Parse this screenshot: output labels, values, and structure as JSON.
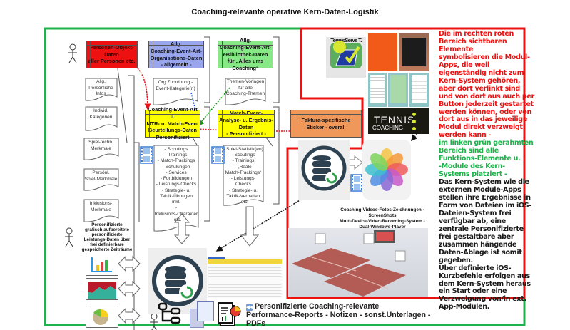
{
  "title": "Coaching-relevante operative Kern-Daten-Logistik",
  "colors": {
    "green_frame": "#1db34a",
    "red_frame": "#ee1111",
    "red_box": "#ee1111",
    "blue_box": "#99a6ee",
    "green_box": "#86e986",
    "yellow_box": "#ffff00",
    "orange_box": "#f0985a"
  },
  "boxes": {
    "person": "Personen-Objekt-Daten\naller Personen etc.",
    "org": "Allg.\nCoaching-Event-Art-\nOrganisations-Daten\n- allgemein -",
    "library": "Allg.\nCoaching-Event-Art-\neBibliothek-Daten\nfür „Alles ums Coaching“",
    "event": "Coaching-Event-Art u.\nMTR- u. Match-Event\nBeurteilungs-Daten\n- Personifiziert -",
    "match": "Match-Event-\nAnalyse- u. Ergebnis-Daten\n- Personifiziert -",
    "sticker": "Faktura-spezifische\nSticker - overall"
  },
  "docs": {
    "personal_infos": "Allg.\nPersönliche\nInfos",
    "categories": "Individ.\nKategorien",
    "tech": "Spiel-techn.\nMerkmale",
    "play": "Persönl.\nSpiel-Merkmale",
    "inclusion": "Inklusions-\nMerkmale",
    "org_assign": "Org.Zuordnung -\nEvent-Kategorie(n)",
    "themes": "Themen-Vorlagen\nfür alle\nCoaching-Themen",
    "event_list": "- Scoutings\n- Trainings\n- Match-Trackings\n- Schulungen\n- Services\n- Fortbildungen\n- Leistungs-Checks\n- Strategie- u.\nTaktik-Übungen\ninkl.\n-\nInklusions-Charakter\n- etc.",
    "match_list": "- Spiel-Statistik(en)\n- Scoutings\n- Trainings\n- „Reale\nMatch-Trackings“\n- Leistungs-Checks\n- Strategie- u.\nTaktik-Verhalten\n- etc."
  },
  "left_caption": "Personifizierte\ngrafisch aufbereitete\npersonifizierte\nLeistungs-Daten über\nfrei definierbare\ngespeicherte Zeiträume",
  "app_label": "TennisServe T.",
  "tennis_label": "TENNIS",
  "tennis_label2": "COACHING",
  "media_caption": "Coaching-Videos-Fotos-Zeichnungen -\nScreenShots\nMulti-Device-Video-Recording-System -\nDual-Windows-Player",
  "reports": [
    "Personifizierte Coaching-relevante",
    "Performance-Reports - Notizen - sonst.Unterlagen -",
    "PDFs"
  ],
  "side_text": {
    "red_lines": [
      "Die im rechten roten",
      "Bereich sichtbaren",
      "Elemente",
      "symbolisieren die Modul-",
      "Apps, die weil",
      "eigenständig nicht zum",
      "Kern-System gehören,",
      "aber dort verlinkt sind",
      "und von dort aus auch per",
      "Button jederzeit gestartet",
      "werden können, oder von",
      "dort aus in das jeweilige",
      "Modul direkt verzweigt",
      "werden kann -"
    ],
    "green_lines": [
      "im linken grün gerahmten",
      "Bereich sind alle",
      "Funktions-Elemente u.",
      "-Module des Kern-",
      "Systems platziert -"
    ],
    "black_lines": [
      "Das Kern-System wie die",
      "externen Module-Apps",
      "stellen ihre Ergebnisse in",
      "Form von Dateien im iOS-",
      "Dateien-System frei",
      "verfügbar ab, eine",
      "zentrale Personifizierte",
      "frei gestaltbare aber",
      "zusammen hängende",
      "Daten-Ablage ist somit",
      "gegeben.",
      "Über definierte iOS-",
      "Kurzbefehle erfolgen aus",
      "dem Kern-System heraus",
      "ein Start oder eine",
      "Verzweigung von/in ext.",
      "App-Modulen."
    ]
  }
}
